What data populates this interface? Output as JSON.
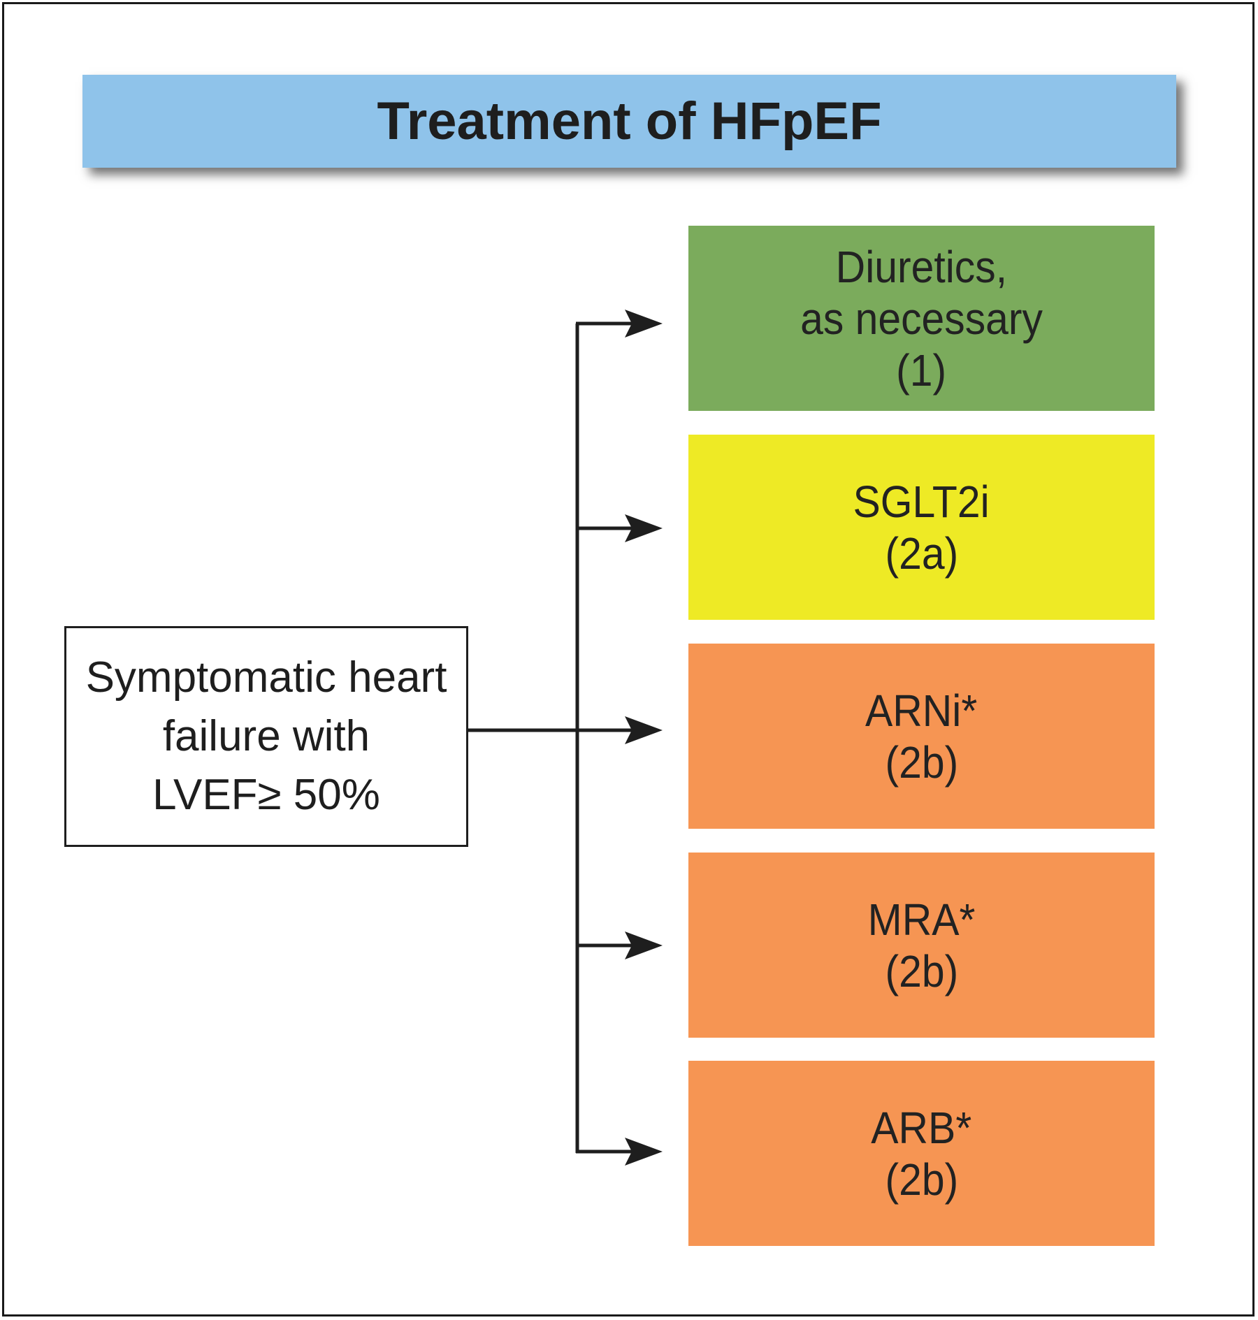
{
  "title": "Treatment of HFpEF",
  "source": {
    "lines": [
      "Symptomatic heart",
      "failure with",
      "LVEF≥ 50%"
    ]
  },
  "treatments": [
    {
      "name": "Diuretics,",
      "name2": "as necessary",
      "class": "(1)",
      "color": "#7bab5c"
    },
    {
      "name": "SGLT2i",
      "class": "(2a)",
      "color": "#eeea25"
    },
    {
      "name": "ARNi*",
      "class": "(2b)",
      "color": "#f69553"
    },
    {
      "name": "MRA*",
      "class": "(2b)",
      "color": "#f69553"
    },
    {
      "name": "ARB*",
      "class": "(2b)",
      "color": "#f69553"
    }
  ],
  "colors": {
    "line": "#1e1e1e",
    "banner": "#8fc3ea"
  }
}
